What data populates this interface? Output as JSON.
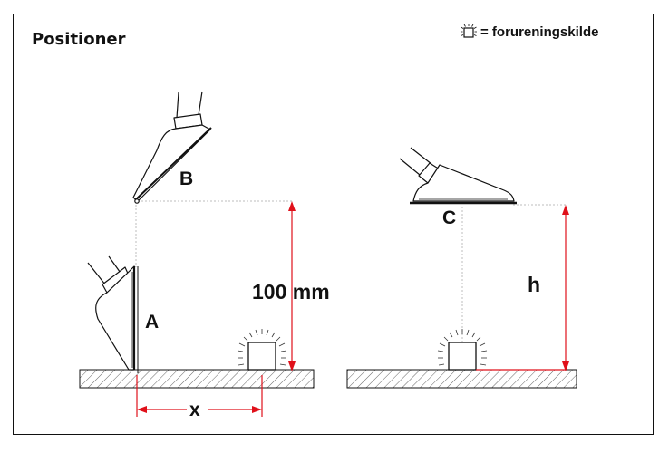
{
  "panel": {
    "title": "Positioner"
  },
  "legend": {
    "text": "= forureningskilde",
    "icon": "pollution-source-icon"
  },
  "labels": {
    "a": "A",
    "b": "B",
    "c": "C",
    "distance": "100 mm",
    "x": "x",
    "h": "h"
  },
  "colors": {
    "dimension": "#e0101a",
    "outline": "#111111",
    "guide": "#bdbdbd"
  }
}
